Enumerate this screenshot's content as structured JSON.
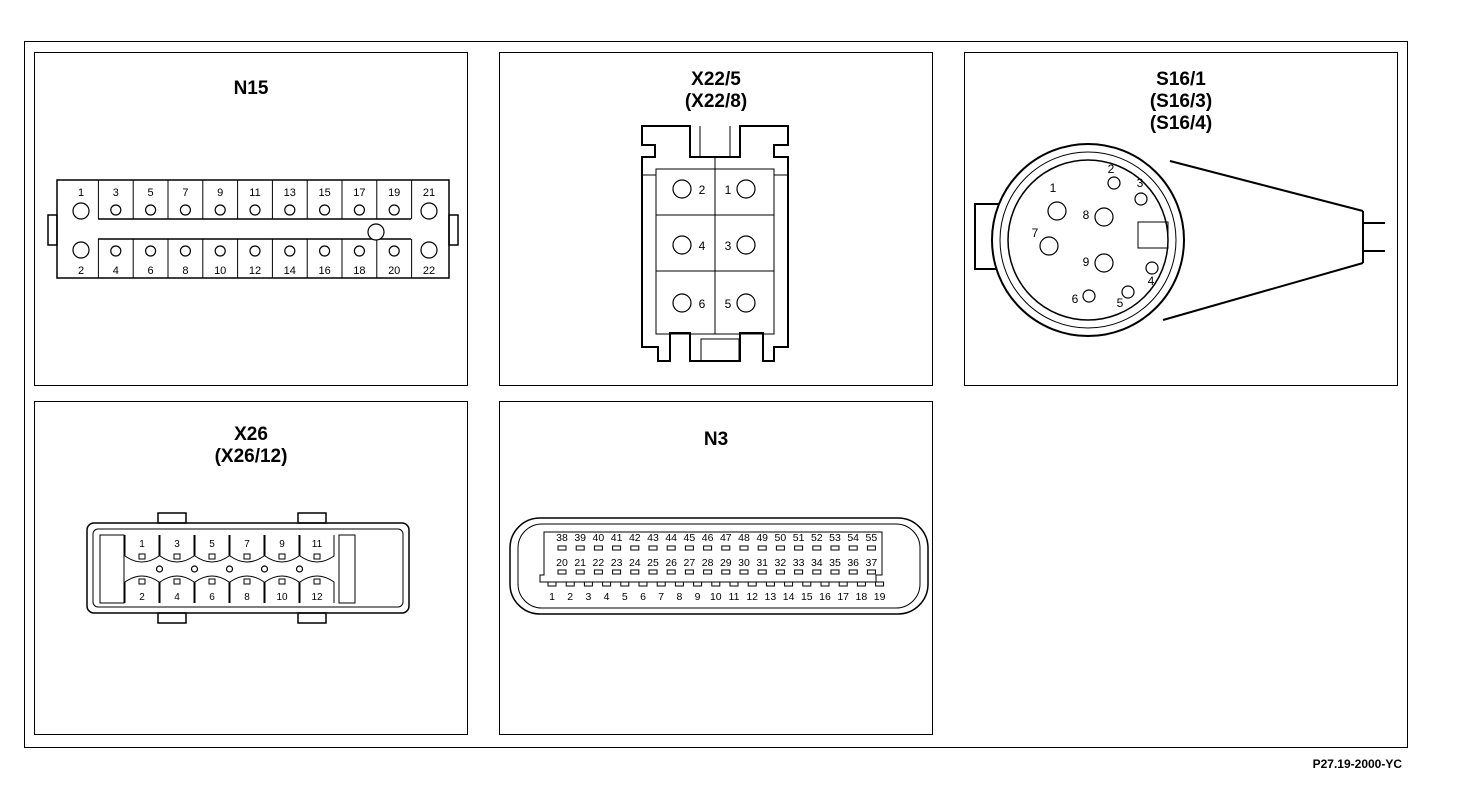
{
  "panels": {
    "n15": {
      "title": "N15",
      "pins_top": [
        "1",
        "3",
        "5",
        "7",
        "9",
        "11",
        "13",
        "15",
        "17",
        "19",
        "21"
      ],
      "pins_bottom": [
        "2",
        "4",
        "6",
        "8",
        "10",
        "12",
        "14",
        "16",
        "18",
        "20",
        "22"
      ]
    },
    "x22": {
      "title": "X22/5",
      "subtitle": "(X22/8)",
      "pins_left": [
        "2",
        "4",
        "6"
      ],
      "pins_right": [
        "1",
        "3",
        "5"
      ]
    },
    "s16": {
      "title": "S16/1",
      "subtitle": "(S16/3)",
      "subtitle2": "(S16/4)",
      "pins": [
        "1",
        "2",
        "3",
        "4",
        "5",
        "6",
        "7",
        "8",
        "9"
      ]
    },
    "x26": {
      "title": "X26",
      "subtitle": "(X26/12)",
      "pins_top": [
        "1",
        "3",
        "5",
        "7",
        "9",
        "11"
      ],
      "pins_bottom": [
        "2",
        "4",
        "6",
        "8",
        "10",
        "12"
      ]
    },
    "n3": {
      "title": "N3",
      "row_top": [
        "38",
        "39",
        "40",
        "41",
        "42",
        "43",
        "44",
        "45",
        "46",
        "47",
        "48",
        "49",
        "50",
        "51",
        "52",
        "53",
        "54",
        "55"
      ],
      "row_mid": [
        "20",
        "21",
        "22",
        "23",
        "24",
        "25",
        "26",
        "27",
        "28",
        "29",
        "30",
        "31",
        "32",
        "33",
        "34",
        "35",
        "36",
        "37"
      ],
      "row_bottom": [
        "1",
        "2",
        "3",
        "4",
        "5",
        "6",
        "7",
        "8",
        "9",
        "10",
        "11",
        "12",
        "13",
        "14",
        "15",
        "16",
        "17",
        "18",
        "19"
      ]
    }
  },
  "figure_ref": "P27.19-2000-YC"
}
